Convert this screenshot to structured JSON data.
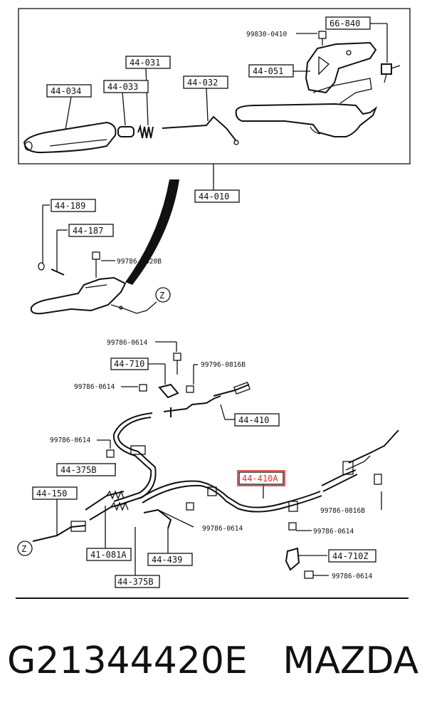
{
  "diagram": {
    "top_assembly": {
      "labels": [
        "66-840",
        "99830-0410",
        "44-051",
        "44-031",
        "44-034",
        "44-033",
        "44-032",
        "44-010"
      ]
    },
    "lever": {
      "labels": [
        "44-189",
        "44-187",
        "99786-0820B",
        "Z"
      ]
    },
    "cable": {
      "labels": [
        "99786-0614",
        "44-710",
        "99796-0816B",
        "99786-0614",
        "44-410",
        "99786-0614",
        "44-375B",
        "44-410A",
        "44-150",
        "99786-0816B",
        "Z",
        "99786-0614",
        "99786-0614",
        "41-081A",
        "44-439",
        "44-710Z",
        "99786-0614",
        "44-375B"
      ]
    },
    "highlight_color": "#e03030"
  },
  "caption": {
    "part_number": "G21344420E",
    "brand": "MAZDA"
  }
}
